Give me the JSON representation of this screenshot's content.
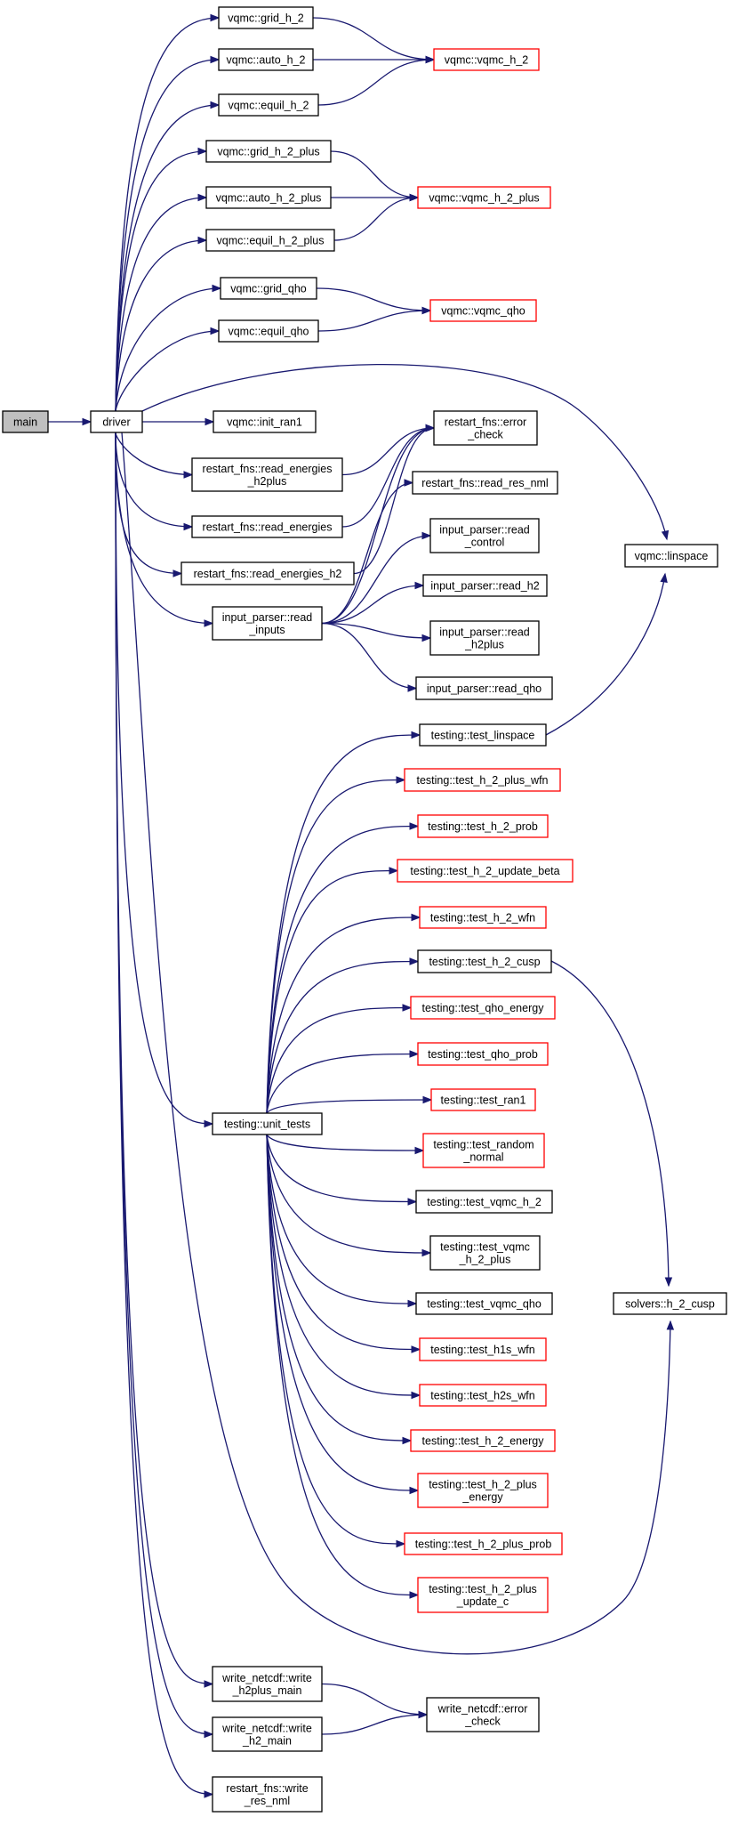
{
  "colors": {
    "edge": "#191970",
    "border_default": "#000000",
    "border_truncated": "#ff0000",
    "root_fill": "#bfbfbf",
    "node_fill": "#ffffff"
  },
  "nodes": [
    {
      "id": "main",
      "lines": [
        "main"
      ],
      "style": "root"
    },
    {
      "id": "driver",
      "lines": [
        "driver"
      ],
      "style": "normal"
    },
    {
      "id": "grid_h_2",
      "lines": [
        "vqmc::grid_h_2"
      ],
      "style": "normal"
    },
    {
      "id": "auto_h_2",
      "lines": [
        "vqmc::auto_h_2"
      ],
      "style": "normal"
    },
    {
      "id": "equil_h_2",
      "lines": [
        "vqmc::equil_h_2"
      ],
      "style": "normal"
    },
    {
      "id": "vqmc_h_2",
      "lines": [
        "vqmc::vqmc_h_2"
      ],
      "style": "truncated"
    },
    {
      "id": "grid_h_2_plus",
      "lines": [
        "vqmc::grid_h_2_plus"
      ],
      "style": "normal"
    },
    {
      "id": "auto_h_2_plus",
      "lines": [
        "vqmc::auto_h_2_plus"
      ],
      "style": "normal"
    },
    {
      "id": "equil_h_2_plus",
      "lines": [
        "vqmc::equil_h_2_plus"
      ],
      "style": "normal"
    },
    {
      "id": "vqmc_h_2_plus",
      "lines": [
        "vqmc::vqmc_h_2_plus"
      ],
      "style": "truncated"
    },
    {
      "id": "grid_qho",
      "lines": [
        "vqmc::grid_qho"
      ],
      "style": "normal"
    },
    {
      "id": "equil_qho",
      "lines": [
        "vqmc::equil_qho"
      ],
      "style": "normal"
    },
    {
      "id": "vqmc_qho",
      "lines": [
        "vqmc::vqmc_qho"
      ],
      "style": "truncated"
    },
    {
      "id": "init_ran1",
      "lines": [
        "vqmc::init_ran1"
      ],
      "style": "normal"
    },
    {
      "id": "rf_error_check",
      "lines": [
        "restart_fns::error",
        "_check"
      ],
      "style": "normal"
    },
    {
      "id": "read_energies_h2plus",
      "lines": [
        "restart_fns::read_energies",
        "_h2plus"
      ],
      "style": "normal"
    },
    {
      "id": "read_res_nml",
      "lines": [
        "restart_fns::read_res_nml"
      ],
      "style": "normal"
    },
    {
      "id": "read_energies",
      "lines": [
        "restart_fns::read_energies"
      ],
      "style": "normal"
    },
    {
      "id": "read_energies_h2",
      "lines": [
        "restart_fns::read_energies_h2"
      ],
      "style": "normal"
    },
    {
      "id": "read_control",
      "lines": [
        "input_parser::read",
        "_control"
      ],
      "style": "normal"
    },
    {
      "id": "read_inputs",
      "lines": [
        "input_parser::read",
        "_inputs"
      ],
      "style": "normal"
    },
    {
      "id": "read_h2",
      "lines": [
        "input_parser::read_h2"
      ],
      "style": "normal"
    },
    {
      "id": "read_h2plus",
      "lines": [
        "input_parser::read",
        "_h2plus"
      ],
      "style": "normal"
    },
    {
      "id": "read_qho",
      "lines": [
        "input_parser::read_qho"
      ],
      "style": "normal"
    },
    {
      "id": "linspace",
      "lines": [
        "vqmc::linspace"
      ],
      "style": "normal"
    },
    {
      "id": "test_linspace",
      "lines": [
        "testing::test_linspace"
      ],
      "style": "normal"
    },
    {
      "id": "test_h_2_plus_wfn",
      "lines": [
        "testing::test_h_2_plus_wfn"
      ],
      "style": "truncated"
    },
    {
      "id": "test_h_2_prob",
      "lines": [
        "testing::test_h_2_prob"
      ],
      "style": "truncated"
    },
    {
      "id": "test_h_2_update_beta",
      "lines": [
        "testing::test_h_2_update_beta"
      ],
      "style": "truncated"
    },
    {
      "id": "test_h_2_wfn",
      "lines": [
        "testing::test_h_2_wfn"
      ],
      "style": "truncated"
    },
    {
      "id": "test_h_2_cusp",
      "lines": [
        "testing::test_h_2_cusp"
      ],
      "style": "normal"
    },
    {
      "id": "test_qho_energy",
      "lines": [
        "testing::test_qho_energy"
      ],
      "style": "truncated"
    },
    {
      "id": "test_qho_prob",
      "lines": [
        "testing::test_qho_prob"
      ],
      "style": "truncated"
    },
    {
      "id": "test_ran1",
      "lines": [
        "testing::test_ran1"
      ],
      "style": "truncated"
    },
    {
      "id": "unit_tests",
      "lines": [
        "testing::unit_tests"
      ],
      "style": "normal"
    },
    {
      "id": "test_random_normal",
      "lines": [
        "testing::test_random",
        "_normal"
      ],
      "style": "truncated"
    },
    {
      "id": "test_vqmc_h_2",
      "lines": [
        "testing::test_vqmc_h_2"
      ],
      "style": "normal"
    },
    {
      "id": "test_vqmc_h_2_plus",
      "lines": [
        "testing::test_vqmc",
        "_h_2_plus"
      ],
      "style": "normal"
    },
    {
      "id": "test_vqmc_qho",
      "lines": [
        "testing::test_vqmc_qho"
      ],
      "style": "normal"
    },
    {
      "id": "solvers_h_2_cusp",
      "lines": [
        "solvers::h_2_cusp"
      ],
      "style": "normal"
    },
    {
      "id": "test_h1s_wfn",
      "lines": [
        "testing::test_h1s_wfn"
      ],
      "style": "truncated"
    },
    {
      "id": "test_h2s_wfn",
      "lines": [
        "testing::test_h2s_wfn"
      ],
      "style": "truncated"
    },
    {
      "id": "test_h_2_energy",
      "lines": [
        "testing::test_h_2_energy"
      ],
      "style": "truncated"
    },
    {
      "id": "test_h_2_plus_energy",
      "lines": [
        "testing::test_h_2_plus",
        "_energy"
      ],
      "style": "truncated"
    },
    {
      "id": "test_h_2_plus_prob",
      "lines": [
        "testing::test_h_2_plus_prob"
      ],
      "style": "truncated"
    },
    {
      "id": "test_h_2_plus_update_c",
      "lines": [
        "testing::test_h_2_plus",
        "_update_c"
      ],
      "style": "truncated"
    },
    {
      "id": "write_h2plus_main",
      "lines": [
        "write_netcdf::write",
        "_h2plus_main"
      ],
      "style": "normal"
    },
    {
      "id": "wn_error_check",
      "lines": [
        "write_netcdf::error",
        "_check"
      ],
      "style": "normal"
    },
    {
      "id": "write_h2_main",
      "lines": [
        "write_netcdf::write",
        "_h2_main"
      ],
      "style": "normal"
    },
    {
      "id": "write_res_nml",
      "lines": [
        "restart_fns::write",
        "_res_nml"
      ],
      "style": "normal"
    }
  ],
  "edges": [
    [
      "main",
      "driver"
    ],
    [
      "driver",
      "grid_h_2"
    ],
    [
      "driver",
      "auto_h_2"
    ],
    [
      "driver",
      "equil_h_2"
    ],
    [
      "driver",
      "grid_h_2_plus"
    ],
    [
      "driver",
      "auto_h_2_plus"
    ],
    [
      "driver",
      "equil_h_2_plus"
    ],
    [
      "driver",
      "grid_qho"
    ],
    [
      "driver",
      "equil_qho"
    ],
    [
      "driver",
      "linspace"
    ],
    [
      "driver",
      "init_ran1"
    ],
    [
      "driver",
      "read_energies_h2plus"
    ],
    [
      "driver",
      "read_energies"
    ],
    [
      "driver",
      "read_energies_h2"
    ],
    [
      "driver",
      "read_inputs"
    ],
    [
      "driver",
      "unit_tests"
    ],
    [
      "driver",
      "solvers_h_2_cusp"
    ],
    [
      "driver",
      "write_h2plus_main"
    ],
    [
      "driver",
      "write_h2_main"
    ],
    [
      "driver",
      "write_res_nml"
    ],
    [
      "grid_h_2",
      "vqmc_h_2"
    ],
    [
      "auto_h_2",
      "vqmc_h_2"
    ],
    [
      "equil_h_2",
      "vqmc_h_2"
    ],
    [
      "grid_h_2_plus",
      "vqmc_h_2_plus"
    ],
    [
      "auto_h_2_plus",
      "vqmc_h_2_plus"
    ],
    [
      "equil_h_2_plus",
      "vqmc_h_2_plus"
    ],
    [
      "grid_qho",
      "vqmc_qho"
    ],
    [
      "equil_qho",
      "vqmc_qho"
    ],
    [
      "read_energies_h2plus",
      "rf_error_check"
    ],
    [
      "read_energies",
      "rf_error_check"
    ],
    [
      "read_energies_h2",
      "rf_error_check"
    ],
    [
      "read_inputs",
      "rf_error_check"
    ],
    [
      "read_inputs",
      "read_res_nml"
    ],
    [
      "read_inputs",
      "read_control"
    ],
    [
      "read_inputs",
      "read_h2"
    ],
    [
      "read_inputs",
      "read_h2plus"
    ],
    [
      "read_inputs",
      "read_qho"
    ],
    [
      "unit_tests",
      "test_linspace"
    ],
    [
      "unit_tests",
      "test_h_2_plus_wfn"
    ],
    [
      "unit_tests",
      "test_h_2_prob"
    ],
    [
      "unit_tests",
      "test_h_2_update_beta"
    ],
    [
      "unit_tests",
      "test_h_2_wfn"
    ],
    [
      "unit_tests",
      "test_h_2_cusp"
    ],
    [
      "unit_tests",
      "test_qho_energy"
    ],
    [
      "unit_tests",
      "test_qho_prob"
    ],
    [
      "unit_tests",
      "test_ran1"
    ],
    [
      "unit_tests",
      "test_random_normal"
    ],
    [
      "unit_tests",
      "test_vqmc_h_2"
    ],
    [
      "unit_tests",
      "test_vqmc_h_2_plus"
    ],
    [
      "unit_tests",
      "test_vqmc_qho"
    ],
    [
      "unit_tests",
      "test_h1s_wfn"
    ],
    [
      "unit_tests",
      "test_h2s_wfn"
    ],
    [
      "unit_tests",
      "test_h_2_energy"
    ],
    [
      "unit_tests",
      "test_h_2_plus_energy"
    ],
    [
      "unit_tests",
      "test_h_2_plus_prob"
    ],
    [
      "unit_tests",
      "test_h_2_plus_update_c"
    ],
    [
      "test_linspace",
      "linspace"
    ],
    [
      "test_h_2_cusp",
      "solvers_h_2_cusp"
    ],
    [
      "write_h2plus_main",
      "wn_error_check"
    ],
    [
      "write_h2_main",
      "wn_error_check"
    ]
  ]
}
